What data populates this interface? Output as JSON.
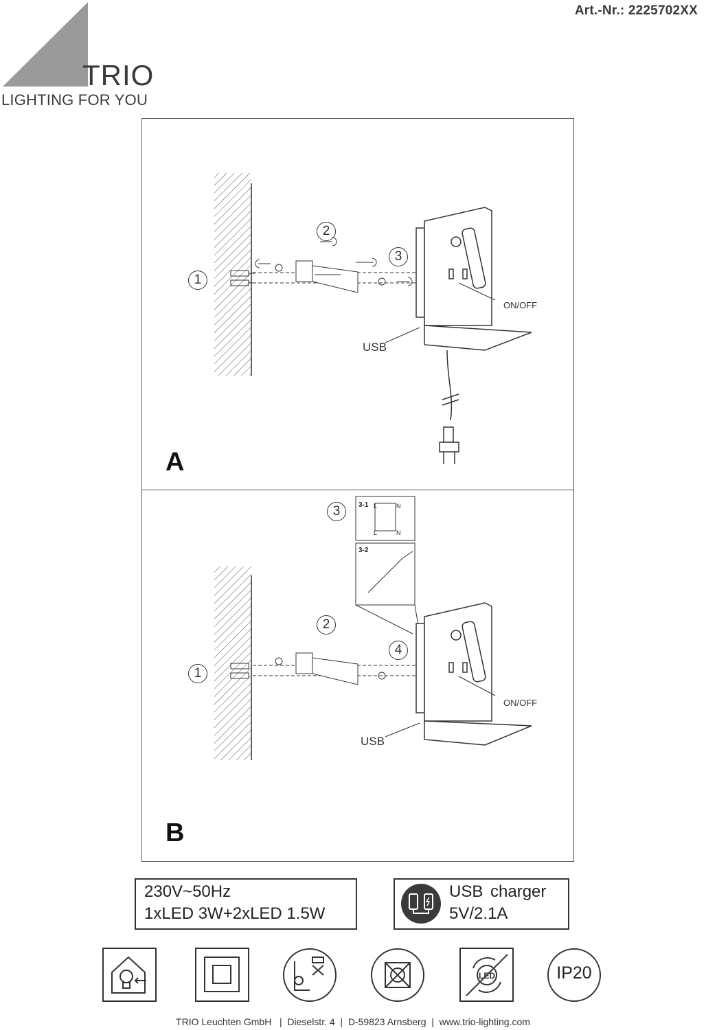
{
  "header": {
    "article_number": "Art.-Nr.: 2225702XX",
    "logo": {
      "name": "TRIO",
      "tagline": "LIGHTING FOR YOU"
    }
  },
  "panel_a": {
    "letter": "A",
    "steps": [
      "1",
      "2",
      "3"
    ],
    "labels": {
      "switch": "ON/OFF",
      "usb": "USB"
    }
  },
  "panel_b": {
    "letter": "B",
    "steps": [
      "1",
      "2",
      "3",
      "4"
    ],
    "labels": {
      "switch": "ON/OFF",
      "usb": "USB"
    },
    "inset": {
      "step_1": "3-1",
      "step_2": "3-2",
      "live": "L",
      "neutral": "N"
    }
  },
  "specs": {
    "line_1": "230V~50Hz",
    "line_2": "1xLED 3W+2xLED 1.5W"
  },
  "usb_charger": {
    "line_1": "USB charger",
    "line_2": "5V/2.1A"
  },
  "symbols": [
    "indoor-use-icon",
    "protection-class-2-icon",
    "not-for-mounting-on-flammable-surface-icon",
    "do-not-dispose-household-waste-icon",
    "led-not-replaceable-icon",
    "ip20-icon"
  ],
  "ip_rating": "IP20",
  "footer": "TRIO Leuchten GmbH   |  Dieselstr. 4  |  D-59823 Arnsberg  |  www.trio-lighting.com"
}
